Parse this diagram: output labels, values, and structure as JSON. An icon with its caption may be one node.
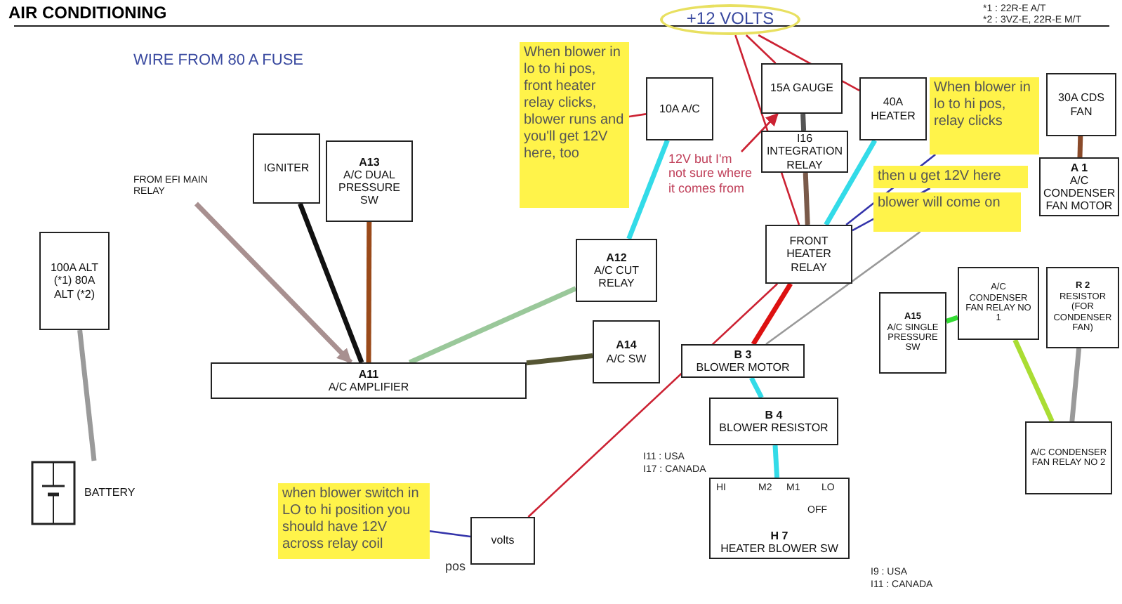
{
  "diagram": {
    "title": "AIR CONDITIONING",
    "nodes": [
      {
        "text": [
          "100A ALT (*1) 80A ALT (*2)"
        ]
      },
      {
        "text": [
          "BATTERY"
        ]
      },
      {
        "text": [
          "FROM EFI MAIN RELAY"
        ]
      },
      {
        "text": [
          "IGNITER"
        ]
      },
      {
        "text": [
          "A13",
          "A/C DUAL PRESSURE SW"
        ]
      },
      {
        "text": [
          "A12",
          "A/C CUT RELAY"
        ]
      },
      {
        "text": [
          "A11",
          "A/C AMPLIFIER"
        ]
      },
      {
        "text": [
          "10A A/C"
        ]
      },
      {
        "text": [
          "15A GAUGE"
        ]
      },
      {
        "text": [
          "I16 INTEGRATION RELAY"
        ]
      },
      {
        "text": [
          "40A HEATER"
        ]
      },
      {
        "text": [
          "30A CDS FAN"
        ]
      },
      {
        "text": [
          "A 1",
          "A/C CONDENSER FAN MOTOR"
        ]
      },
      {
        "text": [
          "FRONT HEATER RELAY"
        ]
      },
      {
        "text": [
          "A14",
          "A/C SW"
        ]
      },
      {
        "text": [
          "B 3",
          "BLOWER MOTOR"
        ]
      },
      {
        "text": [
          "B 4",
          "BLOWER RESISTOR"
        ]
      },
      {
        "text": [
          "H 7",
          "HEATER BLOWER SW"
        ]
      },
      {
        "text": [
          "A15",
          "A/C SINGLE PRESSURE SW"
        ]
      },
      {
        "text": [
          "A/C CONDENSER FAN RELAY NO 1"
        ]
      },
      {
        "text": [
          "R 2",
          "RESISTOR (FOR CONDENSER FAN)"
        ]
      },
      {
        "text": [
          "A/C CONDENSER FAN RELAY NO 2"
        ]
      },
      {
        "text": [
          "volts"
        ],
        "beside": [
          "pos"
        ]
      },
      {
        "text": [
          "When blower in lo to hi pos, front heater relay clicks, blower runs and you'll get 12V here, too"
        ]
      },
      {
        "text": [
          "+12 VOLTS"
        ]
      },
      {
        "text": [
          "12V but I'm not sure where it comes from"
        ]
      },
      {
        "text": [
          "When blower in lo to hi pos, relay clicks"
        ]
      },
      {
        "text": [
          "then u get 12V here"
        ]
      },
      {
        "text": [
          "blower will come on"
        ]
      },
      {
        "text": [
          "when blower switch in LO to hi position  you should have 12V across relay coil"
        ]
      }
    ],
    "edges": [
      {
        "from": 0,
        "to": 1,
        "arrow": "none",
        "color": "#9a9a9a"
      },
      {
        "from": 2,
        "to": 6,
        "arrow": "to",
        "color": "#a89090"
      },
      {
        "from": 3,
        "to": 6,
        "arrow": "none",
        "color": "#111111"
      },
      {
        "from": 4,
        "to": 6,
        "arrow": "none",
        "color": "#9a4a1a"
      },
      {
        "from": 5,
        "to": 6,
        "arrow": "none",
        "color": "#9ac89a"
      },
      {
        "from": 7,
        "to": 5,
        "arrow": "none",
        "color": "#33dbe8"
      },
      {
        "from": 8,
        "to": 9,
        "arrow": "none",
        "color": "#555555"
      },
      {
        "from": 9,
        "to": 13,
        "arrow": "none",
        "color": "#7a5a4a"
      },
      {
        "from": 10,
        "to": 13,
        "arrow": "none",
        "color": "#33dbe8"
      },
      {
        "from": 11,
        "to": 12,
        "arrow": "none",
        "color": "#8a4a2a"
      },
      {
        "from": 13,
        "to": 15,
        "arrow": "none",
        "color": "#dd1111"
      },
      {
        "from": 15,
        "to": 16,
        "arrow": "none",
        "color": "#33dbe8"
      },
      {
        "from": 16,
        "to": 17,
        "arrow": "none",
        "color": "#33dbe8"
      },
      {
        "from": 14,
        "to": 6,
        "arrow": "none",
        "color": "#555533"
      },
      {
        "from": 18,
        "to": 19,
        "arrow": "none",
        "color": "#33dd33"
      },
      {
        "from": 19,
        "to": 21,
        "arrow": "none",
        "color": "#aadd33"
      },
      {
        "from": 20,
        "to": 21,
        "arrow": "none",
        "color": "#9a9a9a"
      },
      {
        "from": 24,
        "to": 8,
        "arrow": "none",
        "color": "#cc2233"
      },
      {
        "from": 24,
        "to": 10,
        "arrow": "none",
        "color": "#cc2233"
      },
      {
        "from": 24,
        "to": 13,
        "arrow": "none",
        "color": "#cc2233"
      },
      {
        "from": 25,
        "to": 8,
        "arrow": "to",
        "color": "#cc2233"
      },
      {
        "from": 23,
        "to": 7,
        "arrow": "none",
        "color": "#cc2233"
      },
      {
        "from": 26,
        "to": 13,
        "arrow": "none",
        "color": "#3333aa"
      },
      {
        "from": 27,
        "to": 13,
        "arrow": "none",
        "color": "#3333aa"
      },
      {
        "from": 28,
        "to": 15,
        "arrow": "none",
        "color": "#999999"
      },
      {
        "from": 29,
        "to": 22,
        "arrow": "none",
        "color": "#3333aa"
      },
      {
        "from": 22,
        "to": 13,
        "arrow": "none",
        "color": "#cc2233"
      }
    ],
    "labels": [
      "*1 : 22R-E A/T",
      "*2 : 3VZ-E, 22R-E M/T",
      "WIRE FROM 80 A FUSE",
      "I11 : USA",
      "I17 : CANADA",
      "HI",
      "M2",
      "M1",
      "LO",
      "OFF",
      "I9 : USA",
      "I11 : CANADA"
    ]
  }
}
